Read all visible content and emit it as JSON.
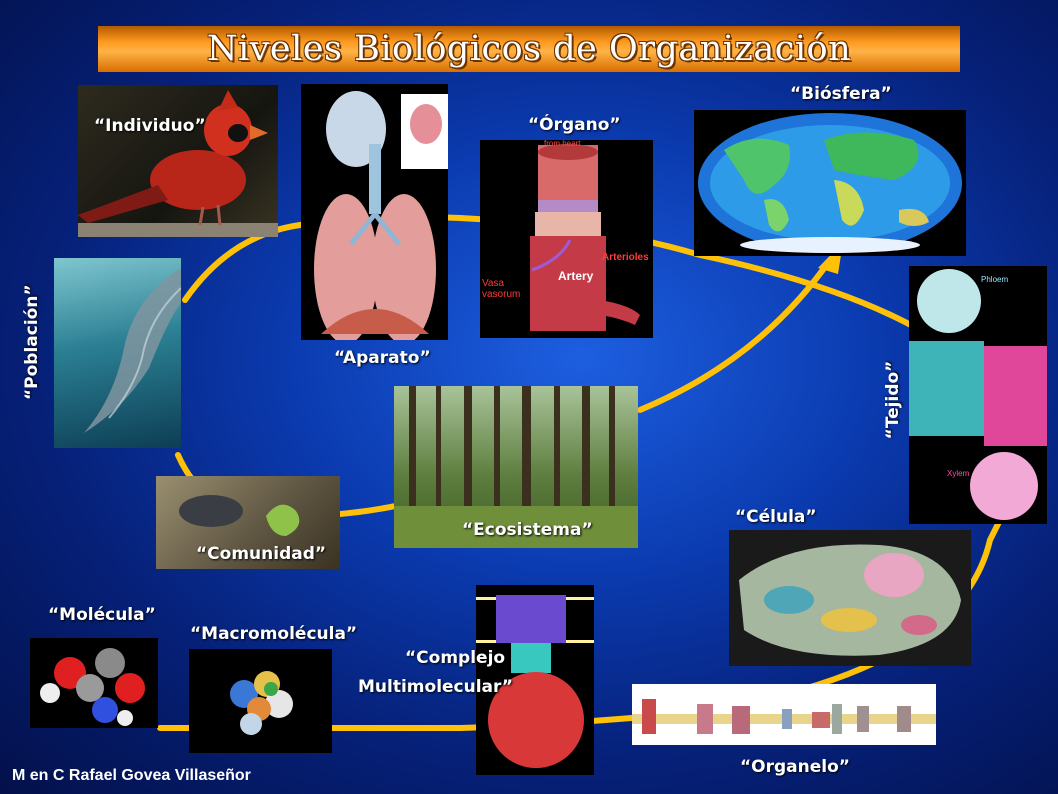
{
  "title": "Niveles Biológicos de Organización",
  "labels": {
    "individuo": "“Individuo”",
    "aparato": "“Aparato”",
    "organo": "“Órgano”",
    "biosfera": "“Biósfera”",
    "poblacion": "“Población”",
    "tejido": "“Tejido”",
    "ecosistema": "“Ecosistema”",
    "comunidad": "“Comunidad”",
    "celula": "“Célula”",
    "molecula": "“Molécula”",
    "macromolecula": "“Macromolécula”",
    "complejo_line1": "“Complejo",
    "complejo_line2": "Multimolecular”",
    "organelo": "“Organelo”"
  },
  "organ_labels": {
    "from_heart": "from heart",
    "artery": "Artery",
    "arterioles": "Arterioles",
    "vasa1": "Vasa",
    "vasa2": "vasorum"
  },
  "tissue_labels": {
    "phloem": "Phloem",
    "xylem": "Xylem"
  },
  "author": "M en C Rafael Govea Villaseñor",
  "colors": {
    "path": "#ffc107",
    "title_bar": "#ff9a1f"
  }
}
